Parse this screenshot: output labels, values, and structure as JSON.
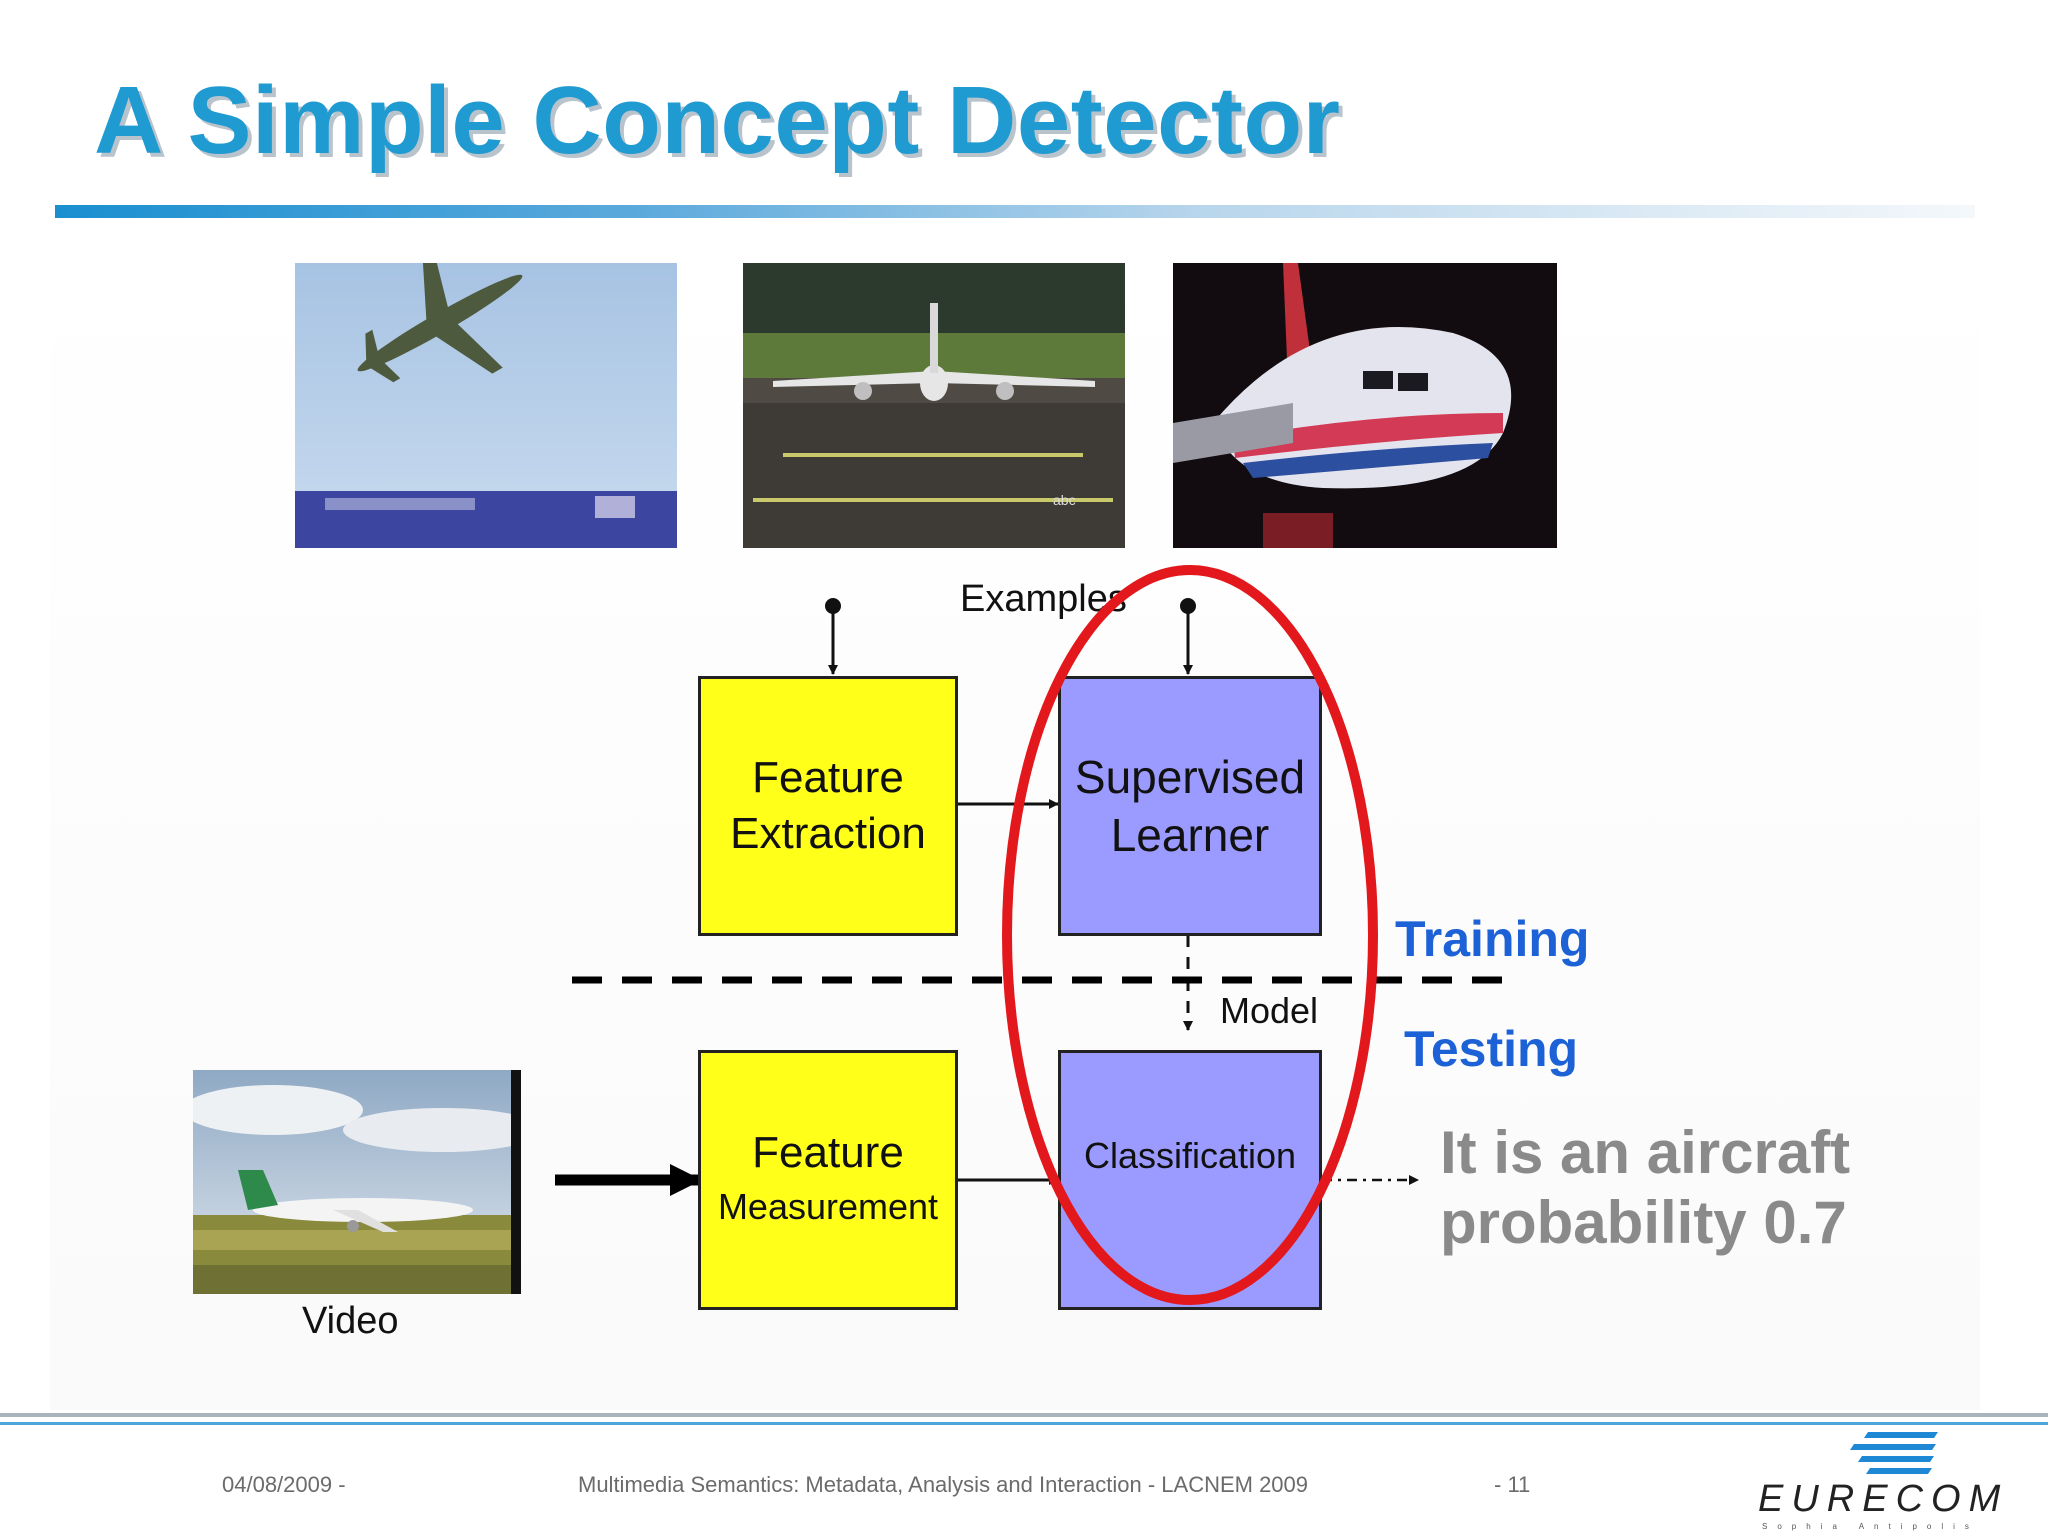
{
  "slide": {
    "title": "A Simple Concept Detector"
  },
  "diagram": {
    "examples_label": "Examples",
    "feature_extraction": [
      "Feature",
      "Extraction"
    ],
    "supervised_learner": [
      "Supervised",
      "Learner"
    ],
    "feature_measurement": [
      "Feature",
      "Measurement"
    ],
    "classification": "Classification",
    "model_label": "Model",
    "training_label": "Training",
    "testing_label": "Testing",
    "video_label": "Video",
    "result": [
      "It is an aircraft",
      "probability 0.7"
    ]
  },
  "footer": {
    "date": "04/08/2009 -",
    "presentation": "Multimedia Semantics: Metadata, Analysis and Interaction - LACNEM 2009",
    "page": "- 11",
    "logo_text": "EURECOM",
    "logo_subtext": "Sophia Antipolis"
  },
  "colors": {
    "title": "#1f9bd1",
    "yellow_box": "#ffff1a",
    "blue_box": "#9b9bff",
    "phase_labels": "#1c61d6",
    "highlight_ellipse": "#e3181c",
    "result_text": "#8a8a8a"
  }
}
